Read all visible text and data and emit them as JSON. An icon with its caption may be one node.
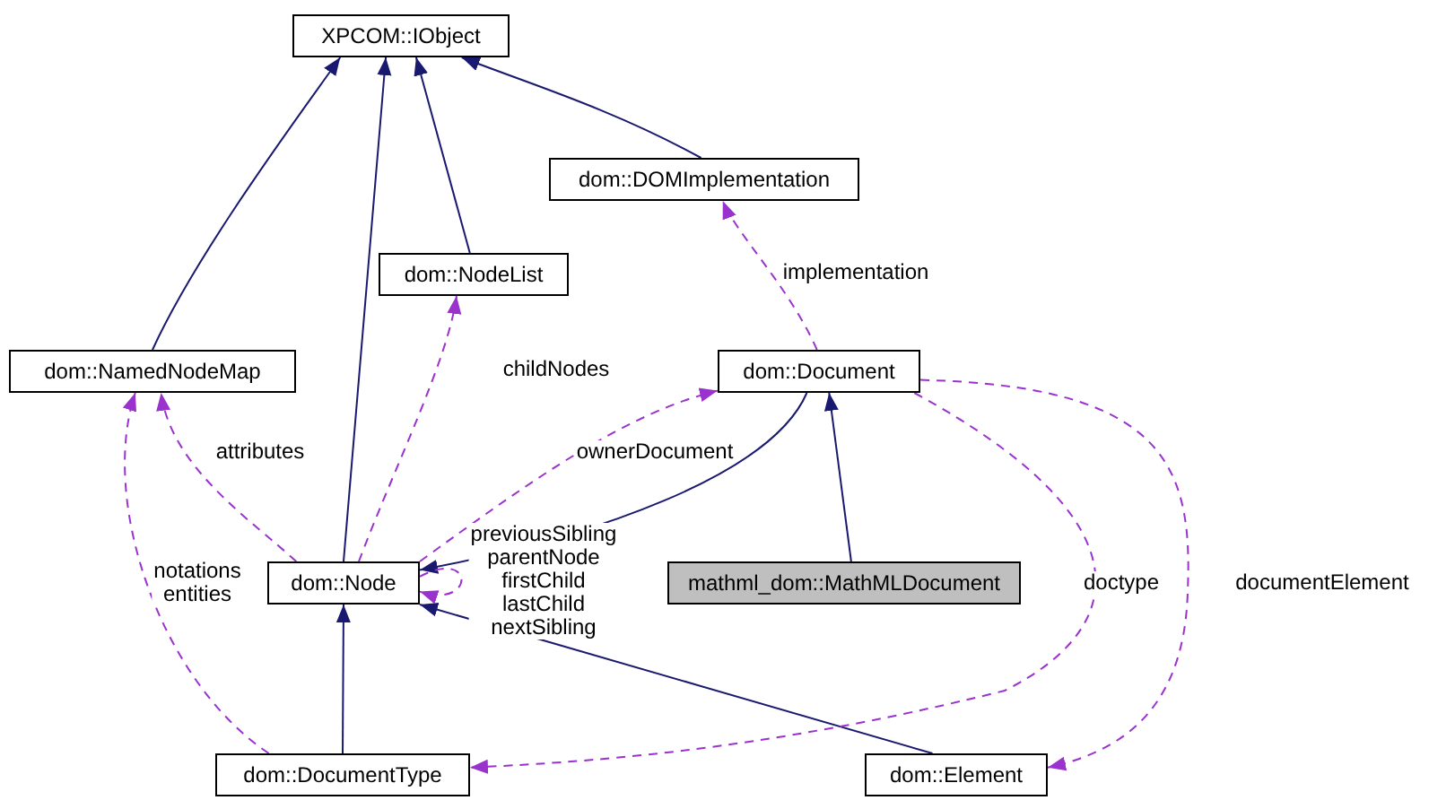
{
  "diagram": {
    "nodes": [
      {
        "text": [
          "XPCOM::IObject"
        ]
      },
      {
        "text": [
          "dom::DOMImplementation"
        ]
      },
      {
        "text": [
          "dom::NodeList"
        ]
      },
      {
        "text": [
          "dom::NamedNodeMap"
        ]
      },
      {
        "text": [
          "dom::Document"
        ]
      },
      {
        "text": [
          "mathml_dom::MathMLDocument"
        ]
      },
      {
        "text": [
          "dom::Node"
        ]
      },
      {
        "text": [
          "dom::DocumentType"
        ]
      },
      {
        "text": [
          "dom::Element"
        ]
      }
    ],
    "edges": [
      {
        "from": 3,
        "to": 0,
        "arrow": "to",
        "color": "#191970"
      },
      {
        "from": 6,
        "to": 0,
        "arrow": "to",
        "color": "#191970"
      },
      {
        "from": 2,
        "to": 0,
        "arrow": "to",
        "color": "#191970"
      },
      {
        "from": 1,
        "to": 0,
        "arrow": "to",
        "color": "#191970"
      },
      {
        "from": 4,
        "to": 6,
        "arrow": "to",
        "color": "#191970"
      },
      {
        "from": 5,
        "to": 4,
        "arrow": "to",
        "color": "#191970"
      },
      {
        "from": 7,
        "to": 6,
        "arrow": "to",
        "color": "#191970"
      },
      {
        "from": 8,
        "to": 6,
        "arrow": "to",
        "color": "#191970"
      },
      {
        "from": 4,
        "to": 1,
        "arrow": "to",
        "label": "implementation",
        "style": "dashed",
        "color": "#9a32cd"
      },
      {
        "from": 6,
        "to": 2,
        "arrow": "to",
        "label": "childNodes",
        "style": "dashed",
        "color": "#9a32cd"
      },
      {
        "from": 6,
        "to": 3,
        "arrow": "to",
        "label": "attributes",
        "style": "dashed",
        "color": "#9a32cd"
      },
      {
        "from": 6,
        "to": 4,
        "arrow": "to",
        "label": "ownerDocument",
        "style": "dashed",
        "color": "#9a32cd"
      },
      {
        "from": 6,
        "to": 6,
        "arrow": "to",
        "label": "previousSibling parentNode firstChild lastChild nextSibling",
        "style": "dashed",
        "color": "#9a32cd"
      },
      {
        "from": 7,
        "to": 3,
        "arrow": "to",
        "label": "notations entities",
        "style": "dashed",
        "color": "#9a32cd"
      },
      {
        "from": 4,
        "to": 7,
        "arrow": "to",
        "label": "doctype",
        "style": "dashed",
        "color": "#9a32cd"
      },
      {
        "from": 4,
        "to": 8,
        "arrow": "to",
        "label": "documentElement",
        "style": "dashed",
        "color": "#9a32cd"
      }
    ]
  }
}
